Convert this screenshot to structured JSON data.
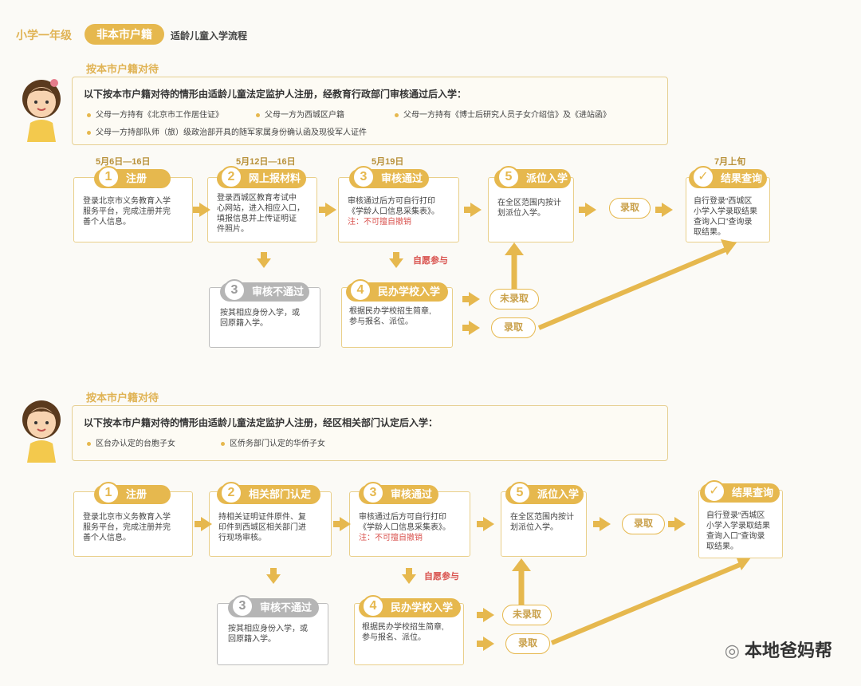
{
  "header": {
    "grade": "小学一年级",
    "category": "非本市户籍",
    "flow": "适龄儿童入学流程"
  },
  "colors": {
    "accent": "#e6b84e",
    "gray": "#b5b5b5",
    "warn": "#d9534f"
  },
  "section1": {
    "title": "按本市户籍对待",
    "info_title": "以下按本市户籍对待的情形由适龄儿童法定监护人注册，经教育行政部门审核通过后入学：",
    "bullets": [
      "父母一方持有《北京市工作居住证》",
      "父母一方为西城区户籍",
      "父母一方持有《博士后研究人员子女介绍信》及《进站函》",
      "父母一方持部队师（旅）级政治部开具的随军家属身份确认函及现役军人证件"
    ],
    "dates": [
      "5月6日—16日",
      "5月12日—16日",
      "5月19日",
      "7月上旬"
    ],
    "steps": [
      {
        "num": "1",
        "label": "注册",
        "lines": [
          "登录北京市义务教育入学",
          "服务平台，完成注册并完",
          "善个人信息。"
        ]
      },
      {
        "num": "2",
        "label": "网上报材料",
        "lines": [
          "登录西城区教育考试中",
          "心网站，进入相应入口，",
          "填报信息并上传证明证",
          "件照片。"
        ]
      },
      {
        "num": "3",
        "label": "审核通过",
        "lines": [
          "审核通过后方可自行打印",
          "《学龄人口信息采集表》。"
        ],
        "note": "注：不可擅自撤销"
      },
      {
        "num": "5",
        "label": "派位入学",
        "lines": [
          "在全区范围内按计",
          "划派位入学。"
        ]
      },
      {
        "num": "3",
        "label": "审核不通过",
        "lines": [
          "按其相应身份入学，或",
          "回原籍入学。"
        ]
      },
      {
        "num": "4",
        "label": "民办学校入学",
        "lines": [
          "根据民办学校招生简章,",
          "参与报名、派位。"
        ]
      }
    ],
    "result": {
      "label": "结果查询",
      "lines": [
        "自行登录“西城区",
        "小学入学录取结果",
        "查询入口”查询录",
        "取结果。"
      ]
    },
    "ovals": {
      "admit": "录取",
      "not_admitted": "未录取",
      "admit2": "录取"
    },
    "voluntary": "自愿参与"
  },
  "section2": {
    "title": "按本市户籍对待",
    "info_title": "以下按本市户籍对待的情形由适龄儿童法定监护人注册，经区相关部门认定后入学：",
    "bullets": [
      "区台办认定的台胞子女",
      "区侨务部门认定的华侨子女"
    ],
    "steps": [
      {
        "num": "1",
        "label": "注册",
        "lines": [
          "登录北京市义务教育入学",
          "服务平台，完成注册并完",
          "善个人信息。"
        ]
      },
      {
        "num": "2",
        "label": "相关部门认定",
        "lines": [
          "持相关证明证件原件、复",
          "印件到西城区相关部门进",
          "行现场审核。"
        ]
      },
      {
        "num": "3",
        "label": "审核通过",
        "lines": [
          "审核通过后方可自行打印",
          "《学龄人口信息采集表》。"
        ],
        "note": "注：不可擅自撤销"
      },
      {
        "num": "5",
        "label": "派位入学",
        "lines": [
          "在全区范围内按计",
          "划派位入学。"
        ]
      },
      {
        "num": "3",
        "label": "审核不通过",
        "lines": [
          "按其相应身份入学，或",
          "回原籍入学。"
        ]
      },
      {
        "num": "4",
        "label": "民办学校入学",
        "lines": [
          "根据民办学校招生简章,",
          "参与报名、派位。"
        ]
      }
    ],
    "result": {
      "label": "结果查询",
      "lines": [
        "自行登录“西城区",
        "小学入学录取结果",
        "查询入口”查询录",
        "取结果。"
      ]
    },
    "ovals": {
      "admit": "录取",
      "not_admitted": "未录取",
      "admit2": "录取"
    },
    "voluntary": "自愿参与"
  },
  "watermark": "本地爸妈帮"
}
